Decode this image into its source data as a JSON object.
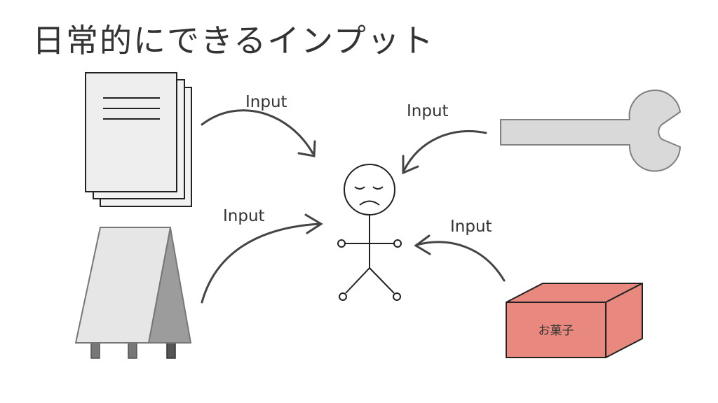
{
  "slide": {
    "title": "日常的にできるインプット"
  },
  "arrows": {
    "docs_label": "Input",
    "sign_label": "Input",
    "wrench_label": "Input",
    "box_label": "Input"
  },
  "box": {
    "label": "お菓子",
    "color": "#e8887f"
  },
  "icons": [
    "documents-icon",
    "a-frame-sign-icon",
    "wrench-icon",
    "box-icon",
    "person-icon"
  ]
}
